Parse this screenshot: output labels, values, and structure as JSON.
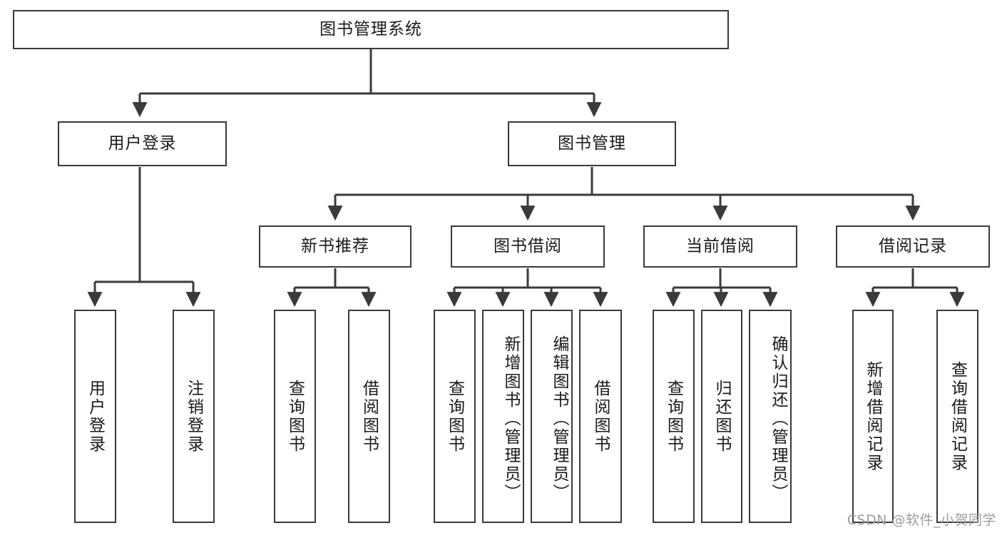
{
  "diagram": {
    "title": "图书管理系统",
    "root": {
      "label": "图书管理系统"
    },
    "level2": [
      {
        "label": "用户登录"
      },
      {
        "label": "图书管理"
      }
    ],
    "level3": [
      {
        "label": "新书推荐"
      },
      {
        "label": "图书借阅"
      },
      {
        "label": "当前借阅"
      },
      {
        "label": "借阅记录"
      }
    ],
    "leaves": {
      "user_login": [
        {
          "label": "用户登录"
        },
        {
          "label": "注销登录"
        }
      ],
      "new_book_recommend": [
        {
          "label": "查询图书"
        },
        {
          "label": "借阅图书"
        }
      ],
      "book_borrow": [
        {
          "label": "查询图书"
        },
        {
          "label": "新增图书（管理员）"
        },
        {
          "label": "编辑图书（管理员）"
        },
        {
          "label": "借阅图书"
        }
      ],
      "current_borrow": [
        {
          "label": "查询图书"
        },
        {
          "label": "归还图书"
        },
        {
          "label": "确认归还（管理员）"
        }
      ],
      "borrow_record": [
        {
          "label": "新增借阅记录"
        },
        {
          "label": "查询借阅记录"
        }
      ]
    }
  },
  "watermark": {
    "text": "CSDN @软件_小贺同学"
  },
  "colors": {
    "stroke": "#3a3a3a",
    "text": "#1a1a1a",
    "background": "#ffffff",
    "watermark": "#9d9d9d"
  }
}
